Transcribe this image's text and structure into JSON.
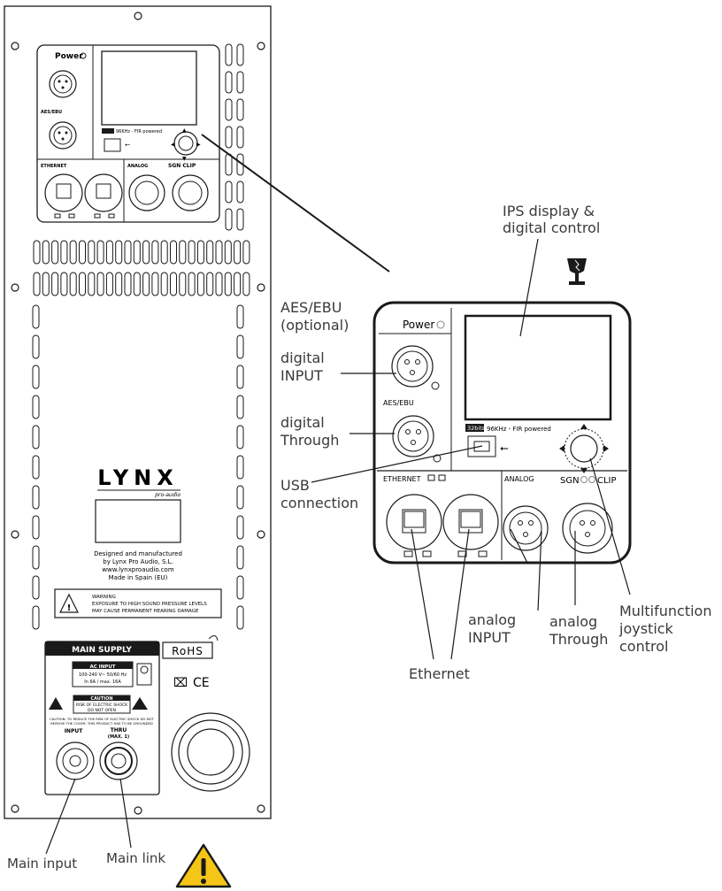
{
  "rear_panel": {
    "brand": "LYNX",
    "brand_sub": "pro-audio",
    "power_label": "Power",
    "aes_label": "AES/EBU",
    "ethernet_label": "ETHERNET",
    "analog_label": "ANALOG",
    "sgn_clip_label": "SGN CLIP",
    "fir_text": "96KHz - FIR powered",
    "fir_badge": "32bits",
    "manufacturer_lines": [
      "Designed and manufactured",
      "by Lynx Pro Audio, S.L.",
      "www.lynxproaudio.com",
      "Made in Spain (EU)"
    ],
    "warning_lines": [
      "WARNING",
      "EXPOSURE TO HIGH SOUND PRESSURE LEVELS",
      "MAY CAUSE PERMANENT HEARING DAMAGE"
    ],
    "main_supply_title": "MAIN SUPPLY",
    "ac_input_title": "AC INPUT",
    "ac_input_lines": [
      "100-240 V~ 50/60 Hz",
      "In 6A / max. 16A"
    ],
    "caution_title": "CAUTION",
    "caution_lines": [
      "RISK OF ELECTRIC SHOCK",
      "DO NOT OPEN"
    ],
    "caution_note_lines": [
      "CAUTION: TO REDUCE THE RISK OF ELECTRIC SHOCK DO NOT",
      "REMOVE THE COVER. THIS PRODUCT HAS TO BE GROUNDED"
    ],
    "input_label": "INPUT",
    "thru_label": "THRU",
    "thru_sub": "(MAX. 1)",
    "rohs_label": "RoHS",
    "ce_label": "CE"
  },
  "detail_panel": {
    "power_label": "Power",
    "aes_label": "AES/EBU",
    "fir_badge": "32bits",
    "fir_text": "96KHz - FIR powered",
    "ethernet_label": "ETHERNET",
    "analog_label": "ANALOG",
    "sgn_label": "SGN",
    "clip_label": "CLIP"
  },
  "callouts": {
    "ips_display": [
      "IPS display &",
      "digital control"
    ],
    "aes_optional": [
      "AES/EBU",
      "(optional)"
    ],
    "digital_input": [
      "digital",
      "INPUT"
    ],
    "digital_through": [
      "digital",
      "Through"
    ],
    "usb": [
      "USB",
      "connection"
    ],
    "analog_input": [
      "analog",
      "INPUT"
    ],
    "analog_through": [
      "analog",
      "Through"
    ],
    "joystick": [
      "Multifunction",
      "joystick",
      "control"
    ],
    "ethernet": "Ethernet",
    "main_input": "Main input",
    "main_link": "Main link"
  },
  "colors": {
    "line": "#1a1a1a",
    "callout_text": "#3a3a3a",
    "warning_yellow": "#f5c518",
    "panel_bg": "#ffffff"
  },
  "icons": [
    "fragile-glass-icon",
    "warning-triangle-icon",
    "usb-icon",
    "ground-icon",
    "weee-bin-icon"
  ]
}
